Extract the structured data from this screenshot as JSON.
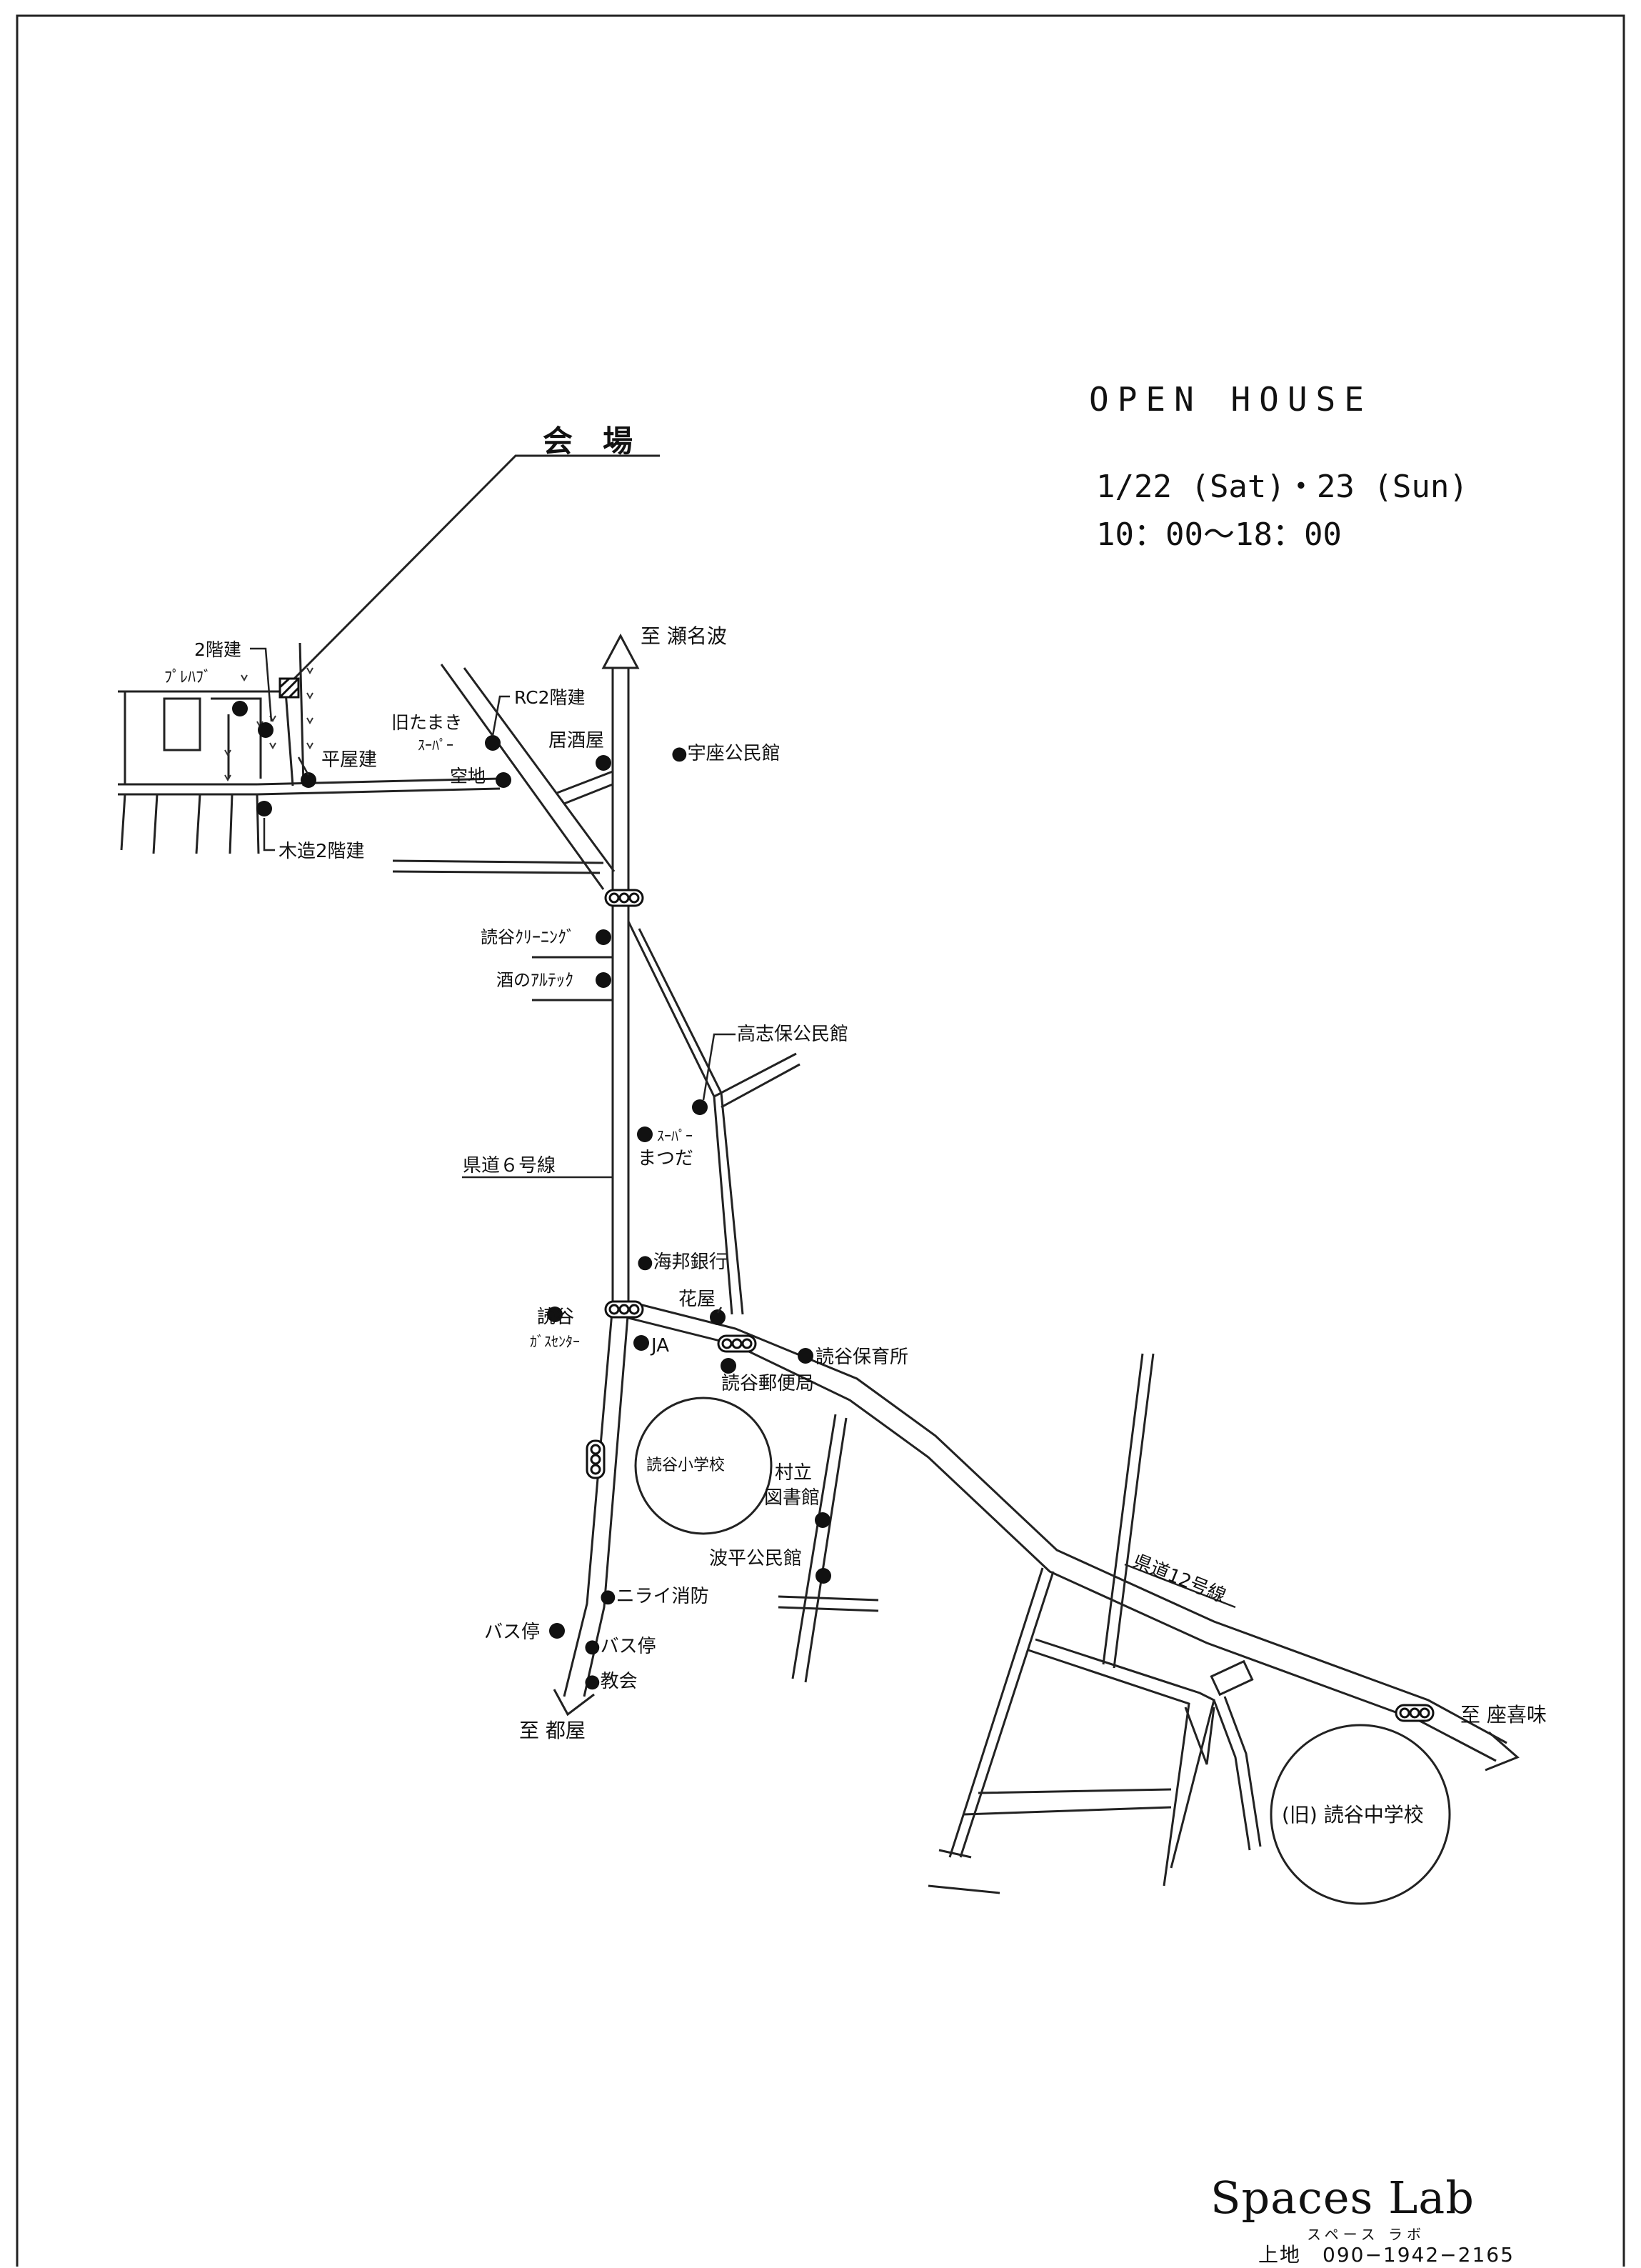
{
  "event": {
    "title": "OPEN HOUSE",
    "dates": "1/22 (Sat)・23 (Sun)",
    "hours": "10：00〜18：00"
  },
  "map": {
    "venue_label": "会　場",
    "destinations": {
      "north": "至 瀬名波",
      "south": "至 都屋",
      "east": "至 座喜味"
    },
    "roads": {
      "route6": "県道６号線",
      "route12": "県道12号線"
    },
    "landmarks": {
      "two_story": "2階建",
      "prefab": "ﾌﾟﾚﾊﾌﾞ",
      "one_story": "平屋建",
      "wooden_two_story": "木造2階建",
      "rc_two_story": "RC2階建",
      "old_tamaki_1": "旧たまき",
      "old_tamaki_2": "ｽｰﾊﾟｰ",
      "vacant_lot": "空地",
      "izakaya": "居酒屋",
      "uza_hall": "●宇座公民館",
      "cleaning": "読谷ｸﾘｰﾆﾝｸﾞ",
      "liquor": "酒のｱﾙﾃｯｸ",
      "takashiho_hall": "高志保公民館",
      "super_1": "ｽｰﾊﾟｰ",
      "super_2": "まつだ",
      "kaiho_bank": "●海邦銀行",
      "florist": "花屋",
      "gas_1": "読谷",
      "gas_2": "ｶﾞｽｾﾝﾀｰ",
      "ja": "JA",
      "nursery": "読谷保育所",
      "post_office": "読谷郵便局",
      "elementary": "読谷小学校",
      "library_1": "村立",
      "library_2": "図書館",
      "hanza_hall": "波平公民館",
      "fire_station": "●ニライ消防",
      "bus_stop_left": "バス停",
      "bus_stop_right": "●バス停",
      "church": "●教会",
      "junior_high": "(旧) 読谷中学校"
    }
  },
  "brand": {
    "name": "Spaces Lab",
    "kana": "スペース ラボ",
    "contact": "上地　090−1942−2165"
  }
}
